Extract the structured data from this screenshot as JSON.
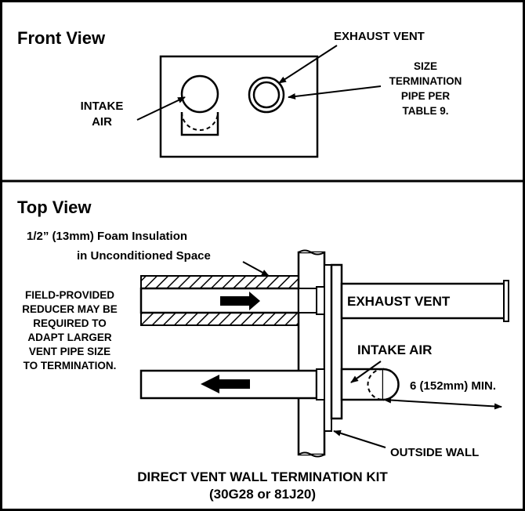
{
  "front_view": {
    "title": "Front View",
    "exhaust_vent_label": "EXHAUST VENT",
    "intake_air_label": [
      "INTAKE",
      "AIR"
    ],
    "size_note": [
      "SIZE",
      "TERMINATION",
      "PIPE PER",
      "TABLE 9."
    ]
  },
  "top_view": {
    "title": "Top View",
    "insulation_note": [
      "1/2” (13mm) Foam Insulation",
      "in Unconditioned Space"
    ],
    "reducer_note": [
      "FIELD-PROVIDED",
      "REDUCER MAY BE",
      "REQUIRED TO",
      "ADAPT LARGER",
      "VENT PIPE SIZE",
      "TO TERMINATION."
    ],
    "exhaust_vent_label": "EXHAUST VENT",
    "intake_air_label": "INTAKE AIR",
    "clearance_label": "6 (152mm) MIN.",
    "outside_wall_label": "OUTSIDE WALL",
    "caption": [
      "DIRECT VENT WALL TERMINATION KIT",
      "(30G28 or 81J20)"
    ]
  }
}
